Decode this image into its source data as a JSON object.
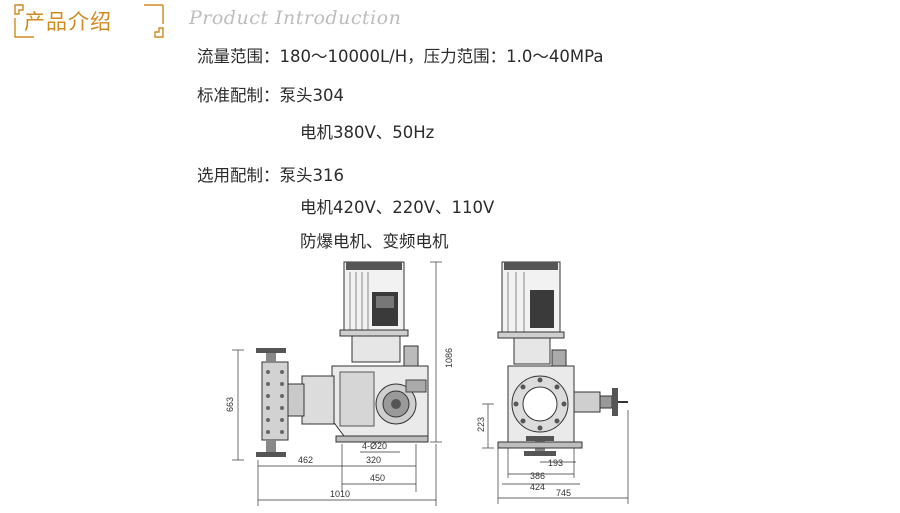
{
  "header": {
    "title_cn": "产品介绍",
    "title_en": "Product Introduction",
    "accent_color": "#d18a1e"
  },
  "specs": {
    "line1": "流量范围：180～10000L/H，压力范围：1.0～40MPa",
    "line2": "标准配制：泵头304",
    "line3": "电机380V、50Hz",
    "line4": "选用配制：泵头316",
    "line5": "电机420V、220V、110V",
    "line6": "防爆电机、变频电机"
  },
  "drawing": {
    "side_view": {
      "height_total": "1086",
      "height_head": "663",
      "dim_462": "462",
      "dim_holes": "4-Ø20",
      "dim_320": "320",
      "dim_450": "450",
      "dim_1010": "1010"
    },
    "front_view": {
      "dim_223": "223",
      "dim_193": "193",
      "dim_386": "386",
      "dim_424": "424",
      "dim_745": "745"
    }
  }
}
